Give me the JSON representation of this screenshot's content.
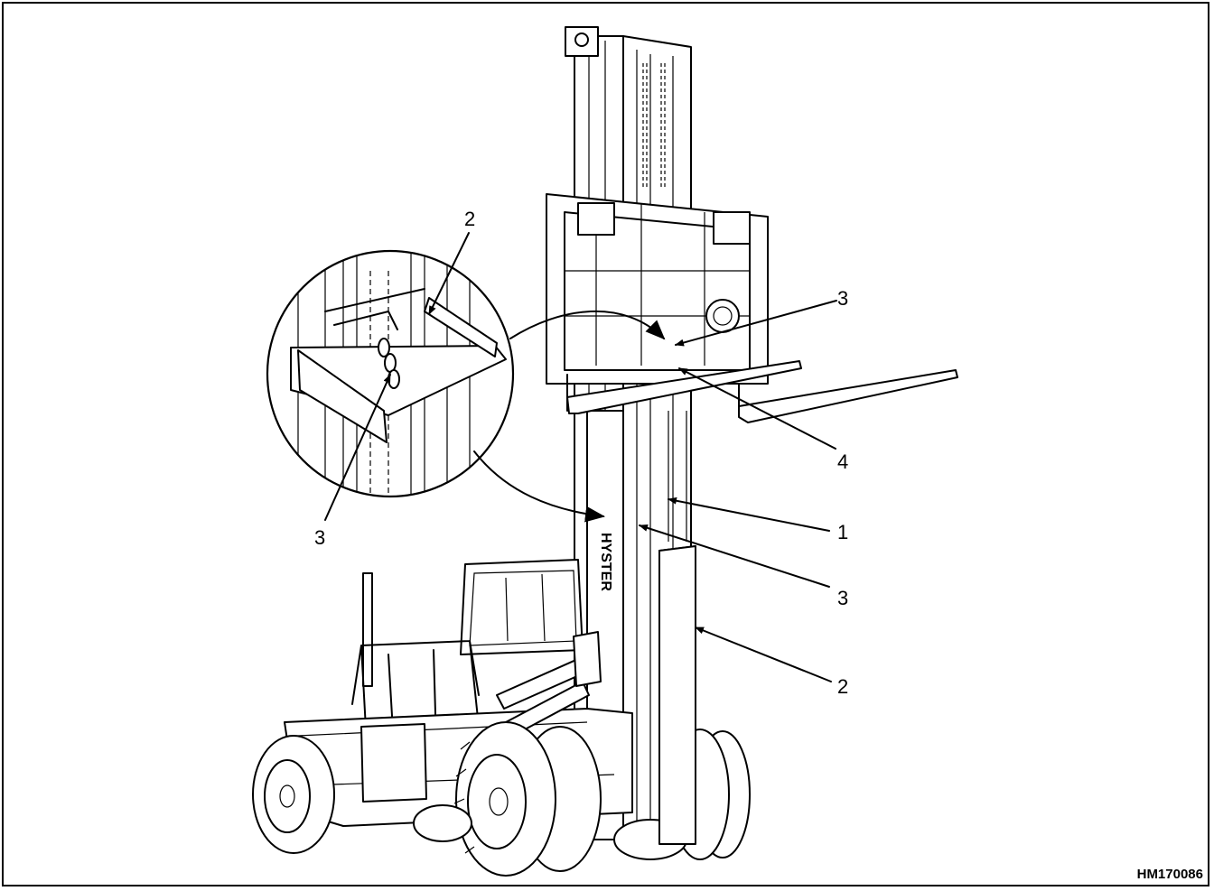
{
  "figure_id": "HM170086",
  "callouts": [
    "2",
    "3",
    "3",
    "4",
    "1",
    "3",
    "2"
  ],
  "brand_text": "HYSTER",
  "colors": {
    "ink": "#000000",
    "paper": "#ffffff"
  }
}
